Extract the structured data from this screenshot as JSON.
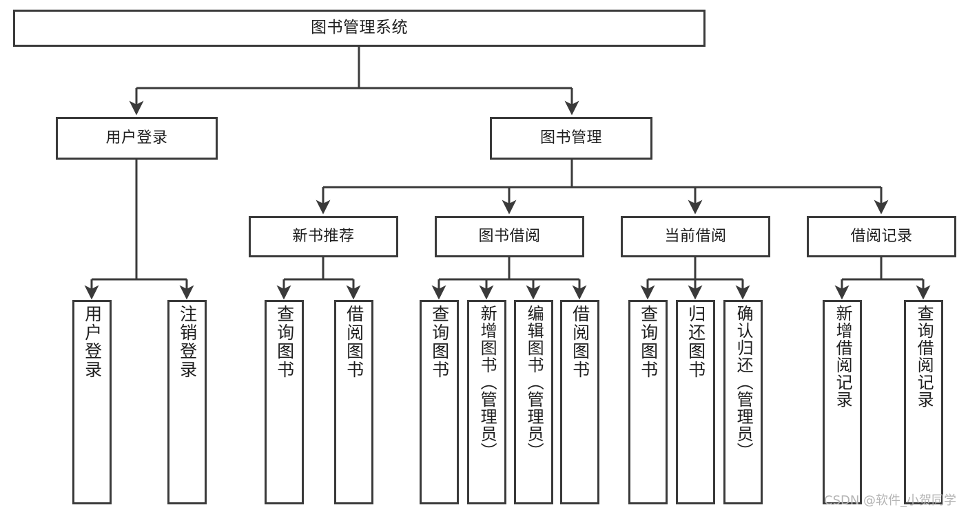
{
  "diagram": {
    "title": "图书管理系统",
    "type": "tree-hierarchy",
    "levels": [
      {
        "level": 1,
        "nodes": [
          {
            "id": "root",
            "label": "图书管理系统",
            "orientation": "horizontal"
          }
        ]
      },
      {
        "level": 2,
        "nodes": [
          {
            "id": "login",
            "label": "用户登录",
            "orientation": "horizontal",
            "parent": "root"
          },
          {
            "id": "bookmgmt",
            "label": "图书管理",
            "orientation": "horizontal",
            "parent": "root"
          }
        ]
      },
      {
        "level": 3,
        "nodes": [
          {
            "id": "newbook",
            "label": "新书推荐",
            "orientation": "horizontal",
            "parent": "bookmgmt"
          },
          {
            "id": "borrow",
            "label": "图书借阅",
            "orientation": "horizontal",
            "parent": "bookmgmt"
          },
          {
            "id": "current",
            "label": "当前借阅",
            "orientation": "horizontal",
            "parent": "bookmgmt"
          },
          {
            "id": "records",
            "label": "借阅记录",
            "orientation": "horizontal",
            "parent": "bookmgmt"
          }
        ]
      },
      {
        "level": 4,
        "nodes": [
          {
            "id": "leaf-1",
            "label": "用户登录",
            "orientation": "vertical",
            "parent": "login"
          },
          {
            "id": "leaf-2",
            "label": "注销登录",
            "orientation": "vertical",
            "parent": "login"
          },
          {
            "id": "leaf-3",
            "label": "查询图书",
            "orientation": "vertical",
            "parent": "newbook"
          },
          {
            "id": "leaf-4",
            "label": "借阅图书",
            "orientation": "vertical",
            "parent": "newbook"
          },
          {
            "id": "leaf-5",
            "label": "查询图书",
            "orientation": "vertical",
            "parent": "borrow"
          },
          {
            "id": "leaf-6",
            "label": "新增图书（管理员）",
            "orientation": "vertical",
            "parent": "borrow"
          },
          {
            "id": "leaf-7",
            "label": "编辑图书（管理员）",
            "orientation": "vertical",
            "parent": "borrow"
          },
          {
            "id": "leaf-8",
            "label": "借阅图书",
            "orientation": "vertical",
            "parent": "borrow"
          },
          {
            "id": "leaf-9",
            "label": "查询图书",
            "orientation": "vertical",
            "parent": "current"
          },
          {
            "id": "leaf-10",
            "label": "归还图书",
            "orientation": "vertical",
            "parent": "current"
          },
          {
            "id": "leaf-11",
            "label": "确认归还（管理员）",
            "orientation": "vertical",
            "parent": "current"
          },
          {
            "id": "leaf-12",
            "label": "新增借阅记录",
            "orientation": "vertical",
            "parent": "records"
          },
          {
            "id": "leaf-13",
            "label": "查询借阅记录",
            "orientation": "vertical",
            "parent": "records"
          }
        ]
      }
    ]
  },
  "watermark": {
    "text": "CSDN @软件_小贺同学"
  },
  "colors": {
    "box_border": "#3a3a3a",
    "box_fill": "#ffffff",
    "edge": "#3a3a3a",
    "text": "#1f1f1f",
    "watermark": "#b4b4b4",
    "background": "#ffffff"
  }
}
